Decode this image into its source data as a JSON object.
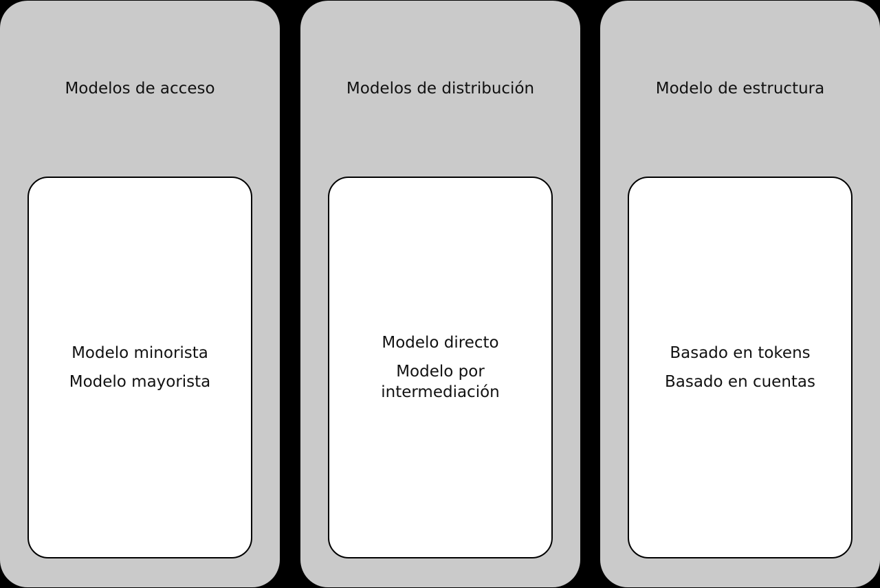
{
  "colors": {
    "background": "#000000",
    "panel": "#CACACA",
    "inner_box": "#FFFFFF",
    "border": "#000000",
    "text": "#111111"
  },
  "columns": [
    {
      "title": "Modelos de acceso",
      "items": [
        "Modelo minorista",
        "Modelo mayorista"
      ]
    },
    {
      "title": "Modelos de distribución",
      "items": [
        "Modelo directo",
        "Modelo por intermediación"
      ]
    },
    {
      "title": "Modelo de estructura",
      "items": [
        "Basado en tokens",
        "Basado en cuentas"
      ]
    }
  ]
}
